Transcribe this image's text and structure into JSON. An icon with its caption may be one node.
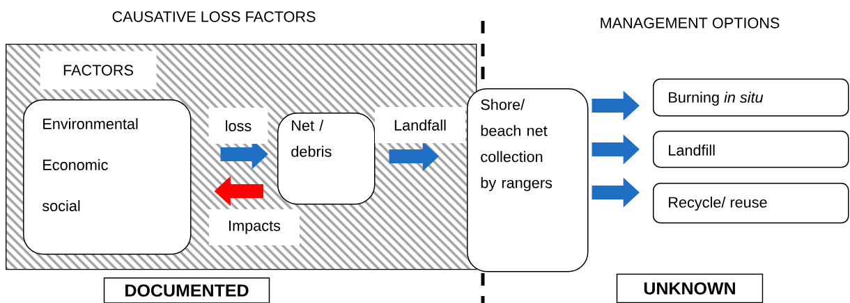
{
  "diagram": {
    "nodes": [
      {
        "text": [
          "FACTORS"
        ]
      },
      {
        "text": [
          "Environmental",
          "Economic",
          "social"
        ],
        "in": 0
      },
      {
        "text": [
          "Net / debris"
        ],
        "in": 0
      },
      {
        "text": [
          "Shore/ beach net collection by rangers"
        ]
      },
      {
        "text": [
          "Burning *in situ*"
        ]
      },
      {
        "text": [
          "Landfill"
        ]
      },
      {
        "text": [
          "Recycle/ reuse"
        ]
      },
      {
        "text": [
          "DOCUMENTED"
        ]
      },
      {
        "text": [
          "UNKNOWN"
        ]
      }
    ],
    "edges": [
      {
        "from": 1,
        "to": 2,
        "arrow": "to",
        "label": "loss"
      },
      {
        "from": 2,
        "to": 1,
        "arrow": "to",
        "label": "Impacts",
        "color": "#ff0000"
      },
      {
        "from": 2,
        "to": 3,
        "arrow": "to",
        "label": "Landfall"
      },
      {
        "from": 3,
        "to": 4,
        "arrow": "to"
      },
      {
        "from": 3,
        "to": 5,
        "arrow": "to"
      },
      {
        "from": 3,
        "to": 6,
        "arrow": "to"
      }
    ],
    "labels": [
      "CAUSATIVE LOSS FACTORS",
      "MANAGEMENT OPTIONS"
    ]
  }
}
